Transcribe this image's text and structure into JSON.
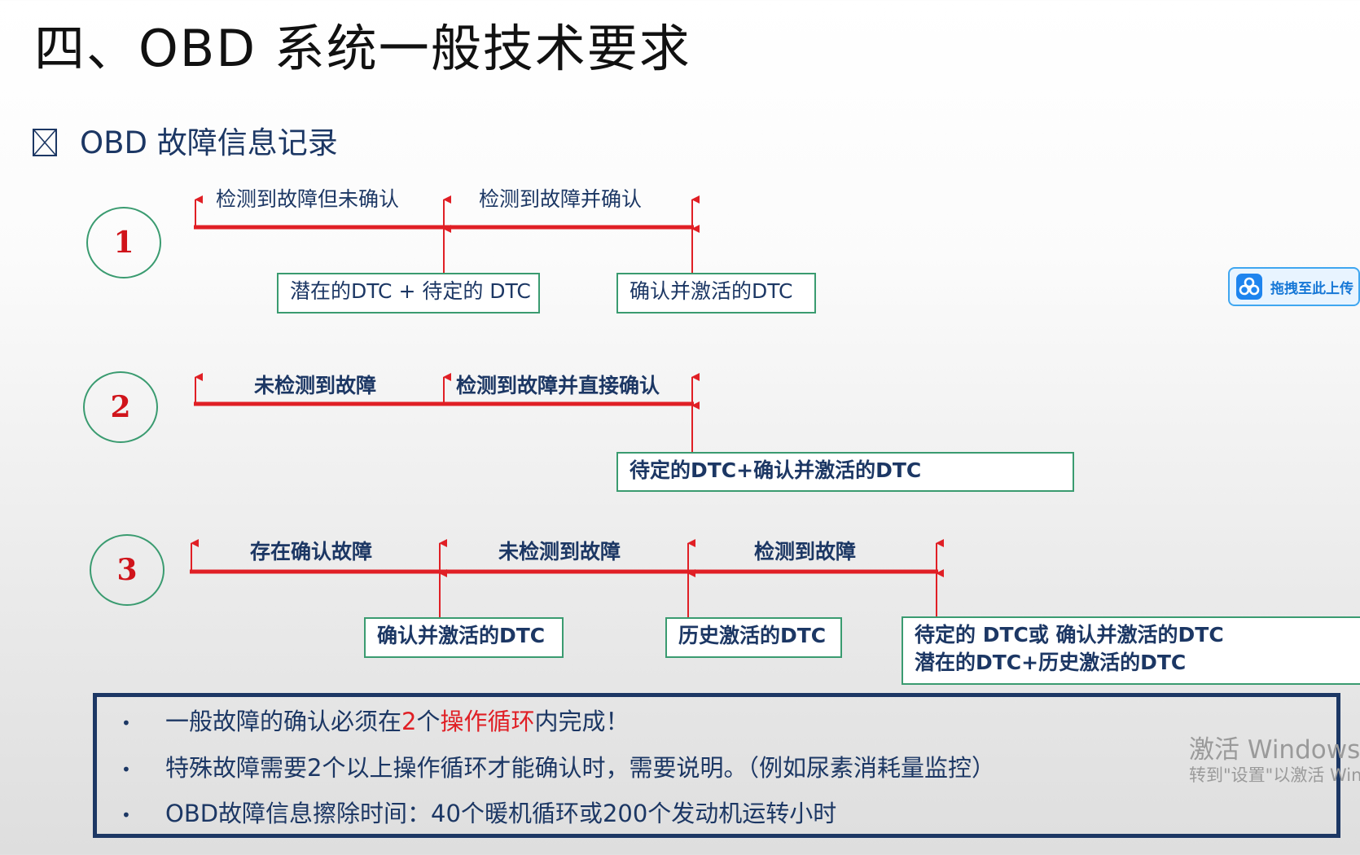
{
  "title": "四、OBD 系统一般技术要求",
  "section": {
    "icon": "checkbox-x-icon",
    "title": "OBD 故障信息记录"
  },
  "rows": [
    {
      "number": "1",
      "labels": [
        "检测到故障但未确认",
        "检测到故障并确认"
      ],
      "boxes": [
        "潜在的DTC + 待定的 DTC",
        "确认并激活的DTC"
      ]
    },
    {
      "number": "2",
      "labels": [
        "未检测到故障",
        "检测到故障并直接确认"
      ],
      "boxes": [
        "待定的DTC+确认并激活的DTC"
      ]
    },
    {
      "number": "3",
      "labels": [
        "存在确认故障",
        "未检测到故障",
        "检测到故障"
      ],
      "boxes": [
        "确认并激活的DTC",
        "历史激活的DTC",
        "待定的 DTC或  确认并激活的DTC",
        "潜在的DTC+历史激活的DTC"
      ]
    }
  ],
  "notes": {
    "bullet": "•",
    "line1_a": "一般故障的确认必须在",
    "line1_b": "2",
    "line1_c": "个",
    "line1_d": "操作循环",
    "line1_e": "内完成！",
    "line2": "特殊故障需要2个以上操作循环才能确认时，需要说明。（例如尿素消耗量监控）",
    "line3": "OBD故障信息擦除时间：40个暖机循环或200个发动机运转小时"
  },
  "upload_badge": {
    "icon": "cloud-upload-icon",
    "label": "拖拽至此上传"
  },
  "watermark": {
    "line1": "激活 Windows",
    "line2": "转到\"设置\"以激活 Windows。"
  },
  "colors": {
    "timeline": "#e01f25",
    "accent": "#1c3764",
    "box_border": "#3a9b70",
    "number": "#d0141b"
  }
}
